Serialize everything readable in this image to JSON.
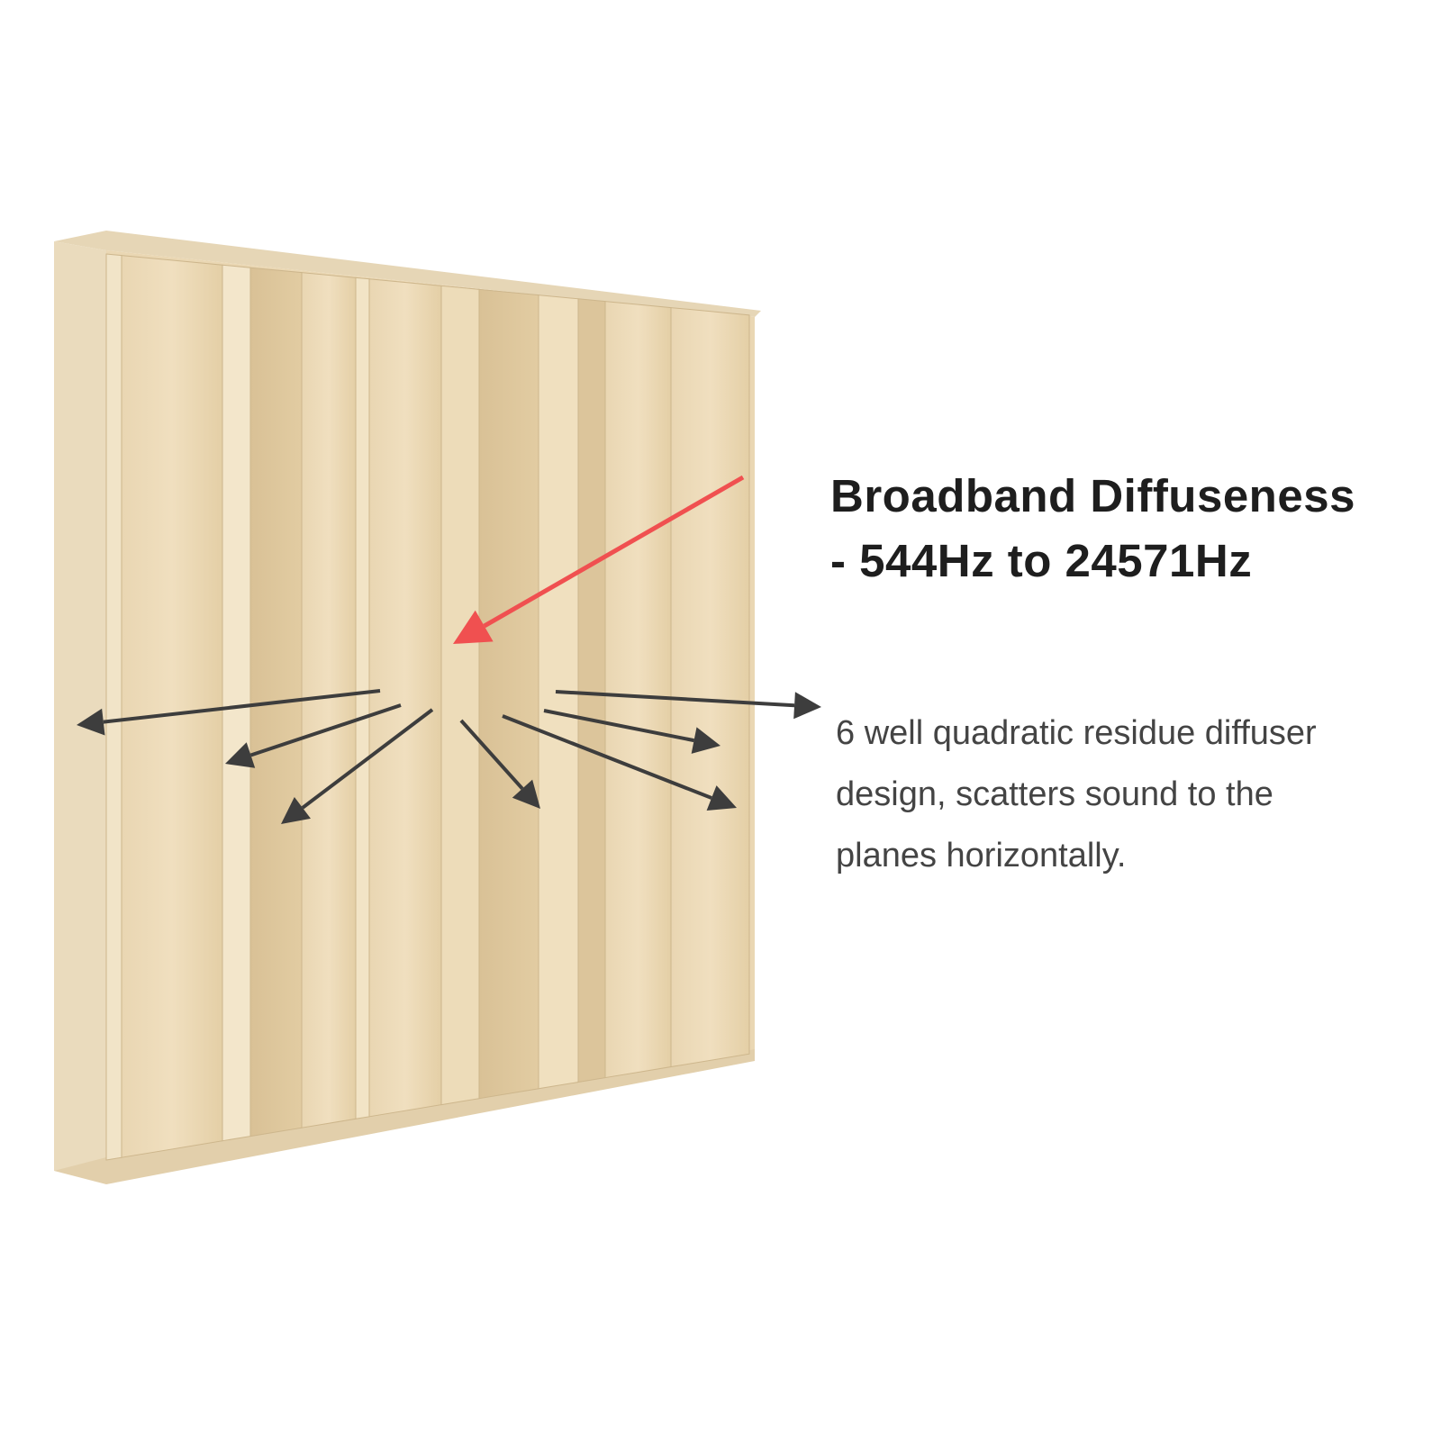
{
  "heading": {
    "line1": "Broadband Diffuseness",
    "line2": "- 544Hz to 24571Hz"
  },
  "description": {
    "line1": "6 well quadratic residue diffuser",
    "line2": "design, scatters sound to the",
    "line3": "planes horizontally."
  },
  "colors": {
    "highlight_arrow": "#f05050",
    "scatter_arrows": "#3d3d3d",
    "wood": "#e8d5b0"
  }
}
